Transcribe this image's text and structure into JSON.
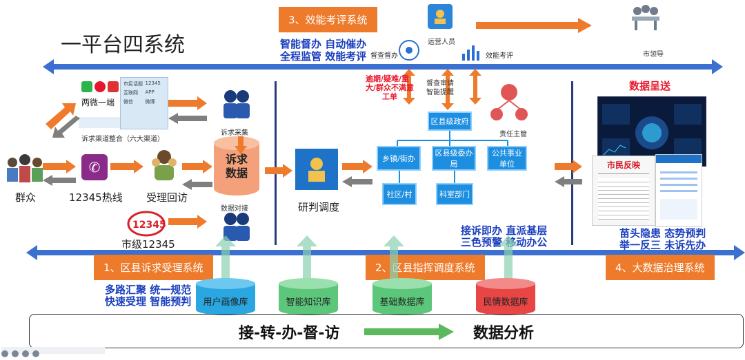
{
  "title": "一平台四系统",
  "systems": {
    "s1": "1、区县诉求受理系统",
    "s2": "2、区县指挥调度系统",
    "s3": "3、效能考评系统",
    "s4": "4、大数据治理系统"
  },
  "top_features": {
    "line1": "智能督办  自动催办",
    "line2": "全程监管  效能考评"
  },
  "s1_features": {
    "line1": "多路汇聚  统一规范",
    "line2": "快速受理  智能预判"
  },
  "s2_features": {
    "line1": "接诉即办  直派基层",
    "line2": "三色预警  移动办公"
  },
  "s4_features": {
    "line1": "苗头隐患    态势预判",
    "line2": "举一反三    未诉先办"
  },
  "push_label": "数据呈送",
  "alert_label": {
    "line1": "逾期/疑难/重",
    "line2": "大/群众不满意",
    "line3": "工单"
  },
  "supervise_labels": {
    "review": "督查审请",
    "remind": "智能提醒",
    "supervise": "督查督办",
    "evaluate": "效能考评"
  },
  "roles": {
    "operator": "运营人员",
    "leader": "市领导",
    "responsible": "责任主管"
  },
  "channels": {
    "two_wei": "两微一端",
    "integration": "诉求渠道整合（六大渠道）",
    "hotline": "12345热线",
    "city": "市级12345",
    "crowd": "群众",
    "callback": "受理回访",
    "collect": "诉求采集",
    "dock": "数据对接"
  },
  "hub": {
    "title": "诉求\n数据",
    "line1": "诉求",
    "line2": "数据"
  },
  "dispatch": "研判调度",
  "gov": {
    "county": "区县级政府",
    "town": "乡镇/街办",
    "committee": "区县级委办局",
    "public": "公共事业单位",
    "community": "社区/村",
    "section": "科室部门"
  },
  "databases": [
    "用户画像库",
    "智能知识库",
    "基础数据库",
    "民情数据库"
  ],
  "bottom": {
    "flow": "接-转-办-督-访",
    "analysis": "数据分析"
  },
  "newspaper_title": "市民反映",
  "channel_tiles": [
    "市民话题",
    "12345",
    "互联网",
    "APP",
    "微信",
    "微博"
  ],
  "colors": {
    "orange": "#ee7a2b",
    "blue_arrow": "#3b6fd0",
    "gov_blue": "#1e8fe0",
    "db_blue": "#2aa7e0",
    "db_green": "#5cc77a",
    "db_red": "#e84545"
  }
}
